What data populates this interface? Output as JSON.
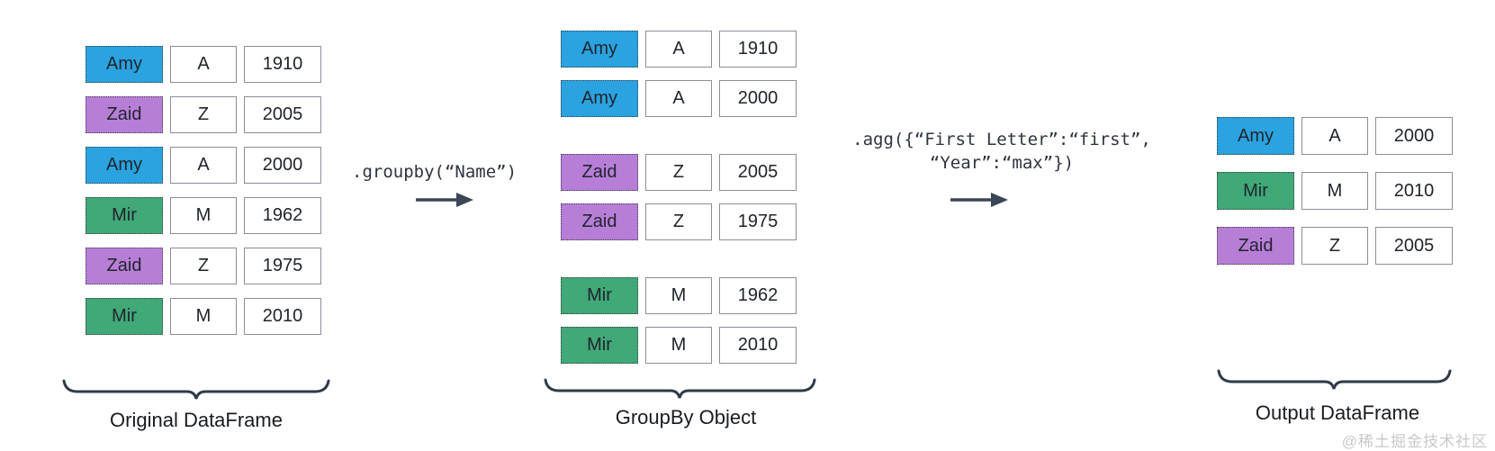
{
  "colors": {
    "amy": "#2aa3e0",
    "zaid": "#b77ed8",
    "mir": "#41a878",
    "bracket": "#2e3a4a",
    "arrow": "#3a4656",
    "code_text": "#2e3440",
    "cell_text": "#20252d",
    "label_text": "#181c22",
    "watermark_text": "#c9c9c9"
  },
  "original_table": {
    "label": "Original DataFrame",
    "rows": [
      {
        "name": "Amy",
        "letter": "A",
        "year": "1910",
        "color": "amy"
      },
      {
        "name": "Zaid",
        "letter": "Z",
        "year": "2005",
        "color": "zaid"
      },
      {
        "name": "Amy",
        "letter": "A",
        "year": "2000",
        "color": "amy"
      },
      {
        "name": "Mir",
        "letter": "M",
        "year": "1962",
        "color": "mir"
      },
      {
        "name": "Zaid",
        "letter": "Z",
        "year": "1975",
        "color": "zaid"
      },
      {
        "name": "Mir",
        "letter": "M",
        "year": "2010",
        "color": "mir"
      }
    ]
  },
  "groupby_table": {
    "label": "GroupBy Object",
    "groups": [
      {
        "rows": [
          {
            "name": "Amy",
            "letter": "A",
            "year": "1910",
            "color": "amy"
          },
          {
            "name": "Amy",
            "letter": "A",
            "year": "2000",
            "color": "amy"
          }
        ]
      },
      {
        "rows": [
          {
            "name": "Zaid",
            "letter": "Z",
            "year": "2005",
            "color": "zaid"
          },
          {
            "name": "Zaid",
            "letter": "Z",
            "year": "1975",
            "color": "zaid"
          }
        ]
      },
      {
        "rows": [
          {
            "name": "Mir",
            "letter": "M",
            "year": "1962",
            "color": "mir"
          },
          {
            "name": "Mir",
            "letter": "M",
            "year": "2010",
            "color": "mir"
          }
        ]
      }
    ]
  },
  "output_table": {
    "label": "Output DataFrame",
    "rows": [
      {
        "name": "Amy",
        "letter": "A",
        "year": "2000",
        "color": "amy"
      },
      {
        "name": "Mir",
        "letter": "M",
        "year": "2010",
        "color": "mir"
      },
      {
        "name": "Zaid",
        "letter": "Z",
        "year": "2005",
        "color": "zaid"
      }
    ]
  },
  "annotations": {
    "groupby_code": ".groupby(“Name”)",
    "agg_code_line1": ".agg({“First Letter”:“first”,",
    "agg_code_line2": "“Year”:“max”})"
  },
  "watermark": "@稀土掘金技术社区"
}
